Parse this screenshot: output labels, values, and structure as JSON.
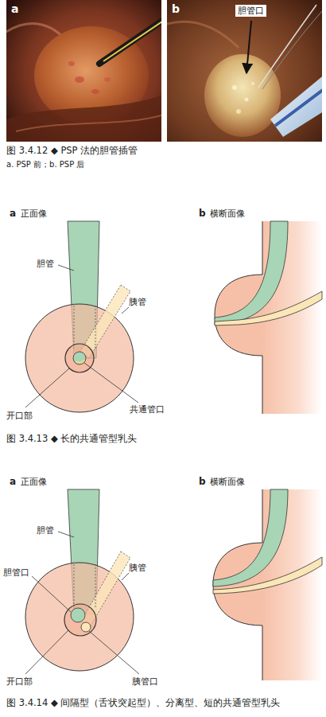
{
  "diagram": {
    "nodes": [
      {
        "text": [
          "a"
        ]
      },
      {
        "text": [
          "b",
          "胆管口"
        ]
      }
    ],
    "labels": [
      "图 3.4.12 ◆ PSP 法的胆管插管",
      "a. PSP 前；b. PSP 后",
      "a",
      "正面像",
      "b",
      "横断面像",
      "胆管",
      "胰管",
      "开口部",
      "共通管口",
      "图 3.4.13 ◆ 长的共通管型乳头",
      "a",
      "正面像",
      "b",
      "横断面像",
      "胆管",
      "胆管口",
      "胰管",
      "开口部",
      "胰管口",
      "图 3.4.14 ◆ 间隔型（舌状突起型）、分离型、短的共通管型乳头"
    ]
  }
}
